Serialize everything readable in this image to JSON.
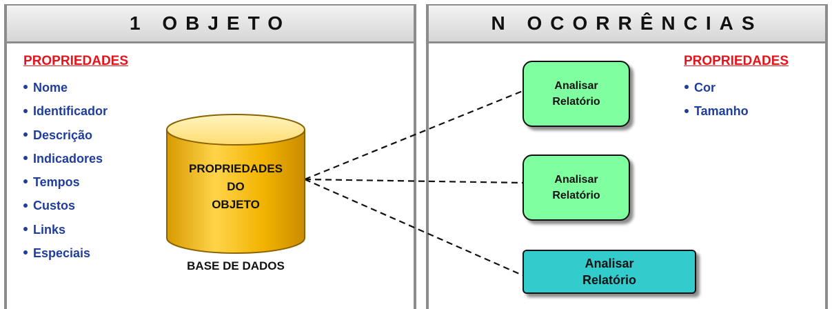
{
  "left_panel": {
    "header": "1 OBJETO",
    "properties_title": "PROPRIEDADES",
    "properties": [
      "Nome",
      "Identificador",
      "Descrição",
      "Indicadores",
      "Tempos",
      "Custos",
      "Links",
      "Especiais"
    ]
  },
  "database": {
    "label_lines": [
      "PROPRIEDADES",
      "DO",
      "OBJETO"
    ],
    "caption": "BASE DE DADOS"
  },
  "right_panel": {
    "header": "N OCORRÊNCIAS",
    "properties_title": "PROPRIEDADES",
    "properties": [
      "Cor",
      "Tamanho"
    ],
    "occurrences": [
      {
        "line1": "Analisar",
        "line2": "Relatório",
        "color": "#80ffa0"
      },
      {
        "line1": "Analisar",
        "line2": "Relatório",
        "color": "#80ffa0"
      },
      {
        "line1": "Analisar",
        "line2": "Relatório",
        "color": "#33cccc"
      }
    ]
  },
  "colors": {
    "properties_title": "#e8121b",
    "property_item": "#1f3d9c",
    "cylinder_fill": "#f0b400",
    "panel_border": "#8c8c8c"
  }
}
